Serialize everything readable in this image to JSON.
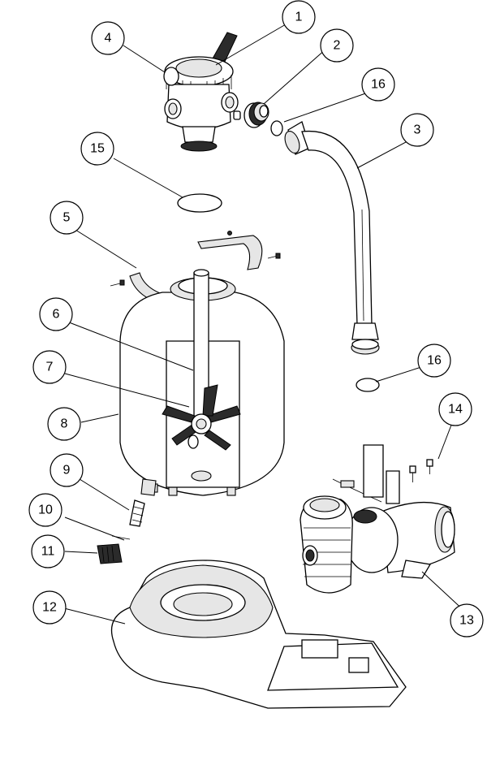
{
  "diagram": {
    "callouts": [
      {
        "number": "1"
      },
      {
        "number": "2"
      },
      {
        "number": "3"
      },
      {
        "number": "4"
      },
      {
        "number": "5"
      },
      {
        "number": "6"
      },
      {
        "number": "7"
      },
      {
        "number": "8"
      },
      {
        "number": "9"
      },
      {
        "number": "10"
      },
      {
        "number": "11"
      },
      {
        "number": "12"
      },
      {
        "number": "13"
      },
      {
        "number": "14"
      },
      {
        "number": "15"
      },
      {
        "number": "16"
      },
      {
        "number": "16"
      }
    ]
  },
  "colors": {
    "line": "#000000",
    "background": "#ffffff",
    "shading": "#e6e6e6",
    "dark": "#2b2b2b"
  }
}
